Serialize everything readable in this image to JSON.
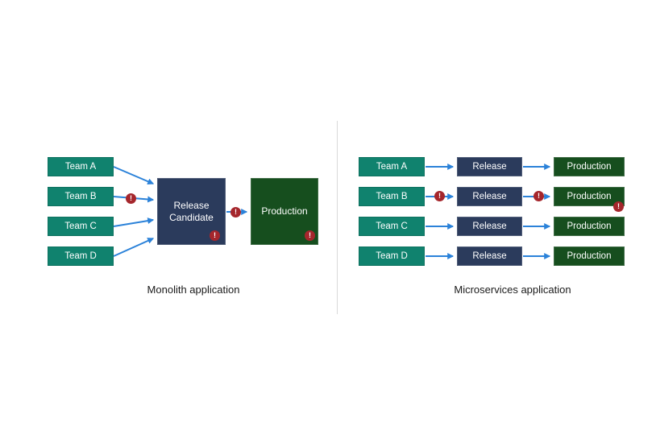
{
  "badge_glyph": "!",
  "colors": {
    "team_fill": "#10826E",
    "release_fill": "#2B3B5C",
    "production_fill": "#164E1E",
    "arrow": "#2B82D9",
    "error_badge": "#A5262C",
    "box_text": "#FFFFFF",
    "caption_text": "#1A1A1A",
    "divider": "#D9D9D9",
    "background": "#FFFFFF"
  },
  "monolith": {
    "caption": "Monolith application",
    "teams": [
      "Team A",
      "Team B",
      "Team C",
      "Team D"
    ],
    "release_candidate": "Release Candidate",
    "production": "Production"
  },
  "microservices": {
    "caption": "Microservices application",
    "rows": [
      {
        "team": "Team A",
        "release": "Release",
        "production": "Production"
      },
      {
        "team": "Team B",
        "release": "Release",
        "production": "Production"
      },
      {
        "team": "Team C",
        "release": "Release",
        "production": "Production"
      },
      {
        "team": "Team D",
        "release": "Release",
        "production": "Production"
      }
    ]
  }
}
